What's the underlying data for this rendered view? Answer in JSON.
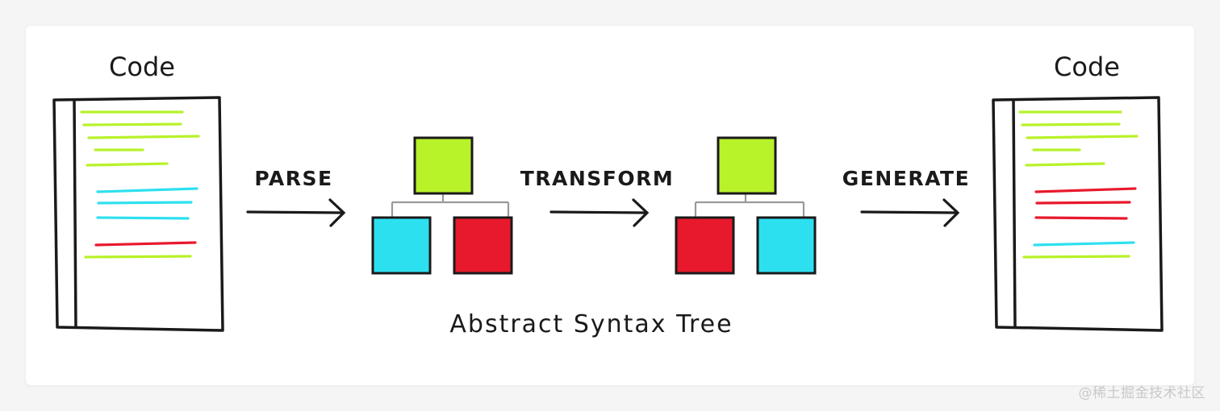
{
  "labels": {
    "code_left": "Code",
    "code_right": "Code",
    "parse": "PARSE",
    "transform": "TRANSFORM",
    "generate": "GENERATE",
    "ast": "Abstract Syntax Tree"
  },
  "watermark": "@稀土掘金技术社区",
  "colors": {
    "green": "#b8f229",
    "cyan": "#2de0f0",
    "red": "#e8192c",
    "stroke": "#1a1a1a",
    "connector": "#9a9a9a"
  }
}
